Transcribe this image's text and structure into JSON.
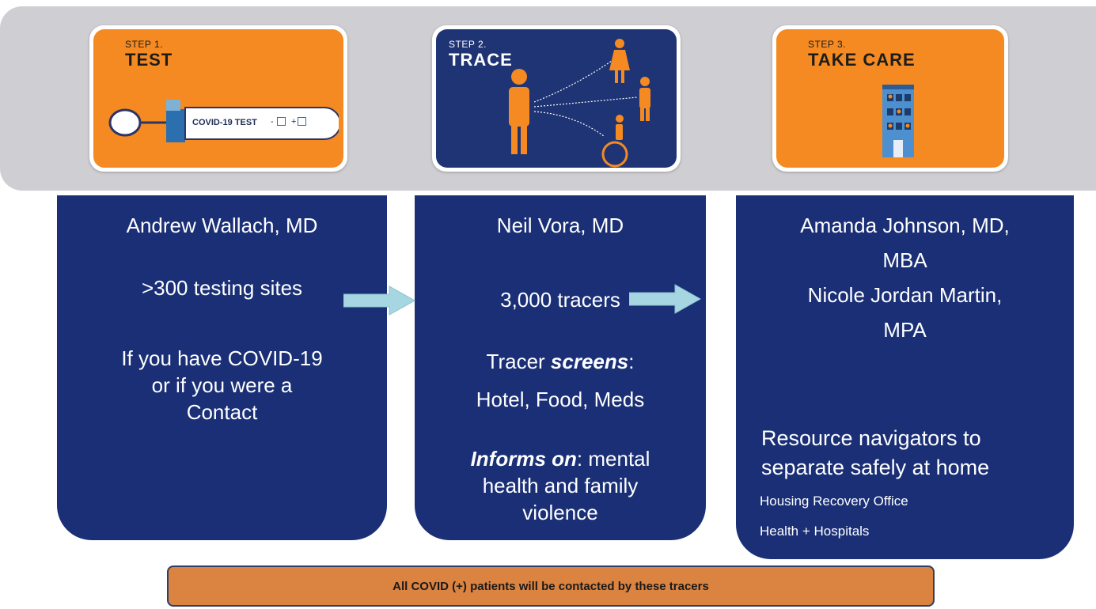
{
  "steps": [
    {
      "label": "STEP 1.",
      "title": "TEST",
      "test_label": "COVID-19 TEST",
      "test_neg": "-",
      "test_pos": "+"
    },
    {
      "label": "STEP 2.",
      "title": "TRACE"
    },
    {
      "label": "STEP 3.",
      "title": "TAKE CARE"
    }
  ],
  "panels": {
    "test": {
      "name": "Andrew Wallach, MD",
      "sites": ">300 testing sites",
      "criteria": [
        "If you have COVID-19",
        "or if you were a",
        "Contact"
      ]
    },
    "trace": {
      "name": "Neil Vora, MD",
      "tracers": "3,000 tracers",
      "screens_prefix": "Tracer ",
      "screens_emph": "screens",
      "screens_suffix": ":",
      "screens_list": "Hotel, Food, Meds",
      "informs_emph": "Informs on",
      "informs_suffix": ": mental",
      "informs_lines": [
        "health and family",
        "violence"
      ]
    },
    "care": {
      "names": [
        "Amanda Johnson, MD,",
        "MBA",
        "Nicole Jordan Martin,",
        "MPA"
      ],
      "resource_lines": [
        "Resource navigators to",
        "separate safely at home"
      ],
      "orgs": [
        "Housing Recovery Office",
        "Health + Hospitals"
      ]
    }
  },
  "footer": "All COVID (+) patients will be contacted by these tracers",
  "colors": {
    "band": "#cfcfd3",
    "orange": "#f48a21",
    "navy_card": "#1f3474",
    "panel": "#1a2f76",
    "arrow": "#a6d6e2",
    "footer": "#db8340"
  }
}
